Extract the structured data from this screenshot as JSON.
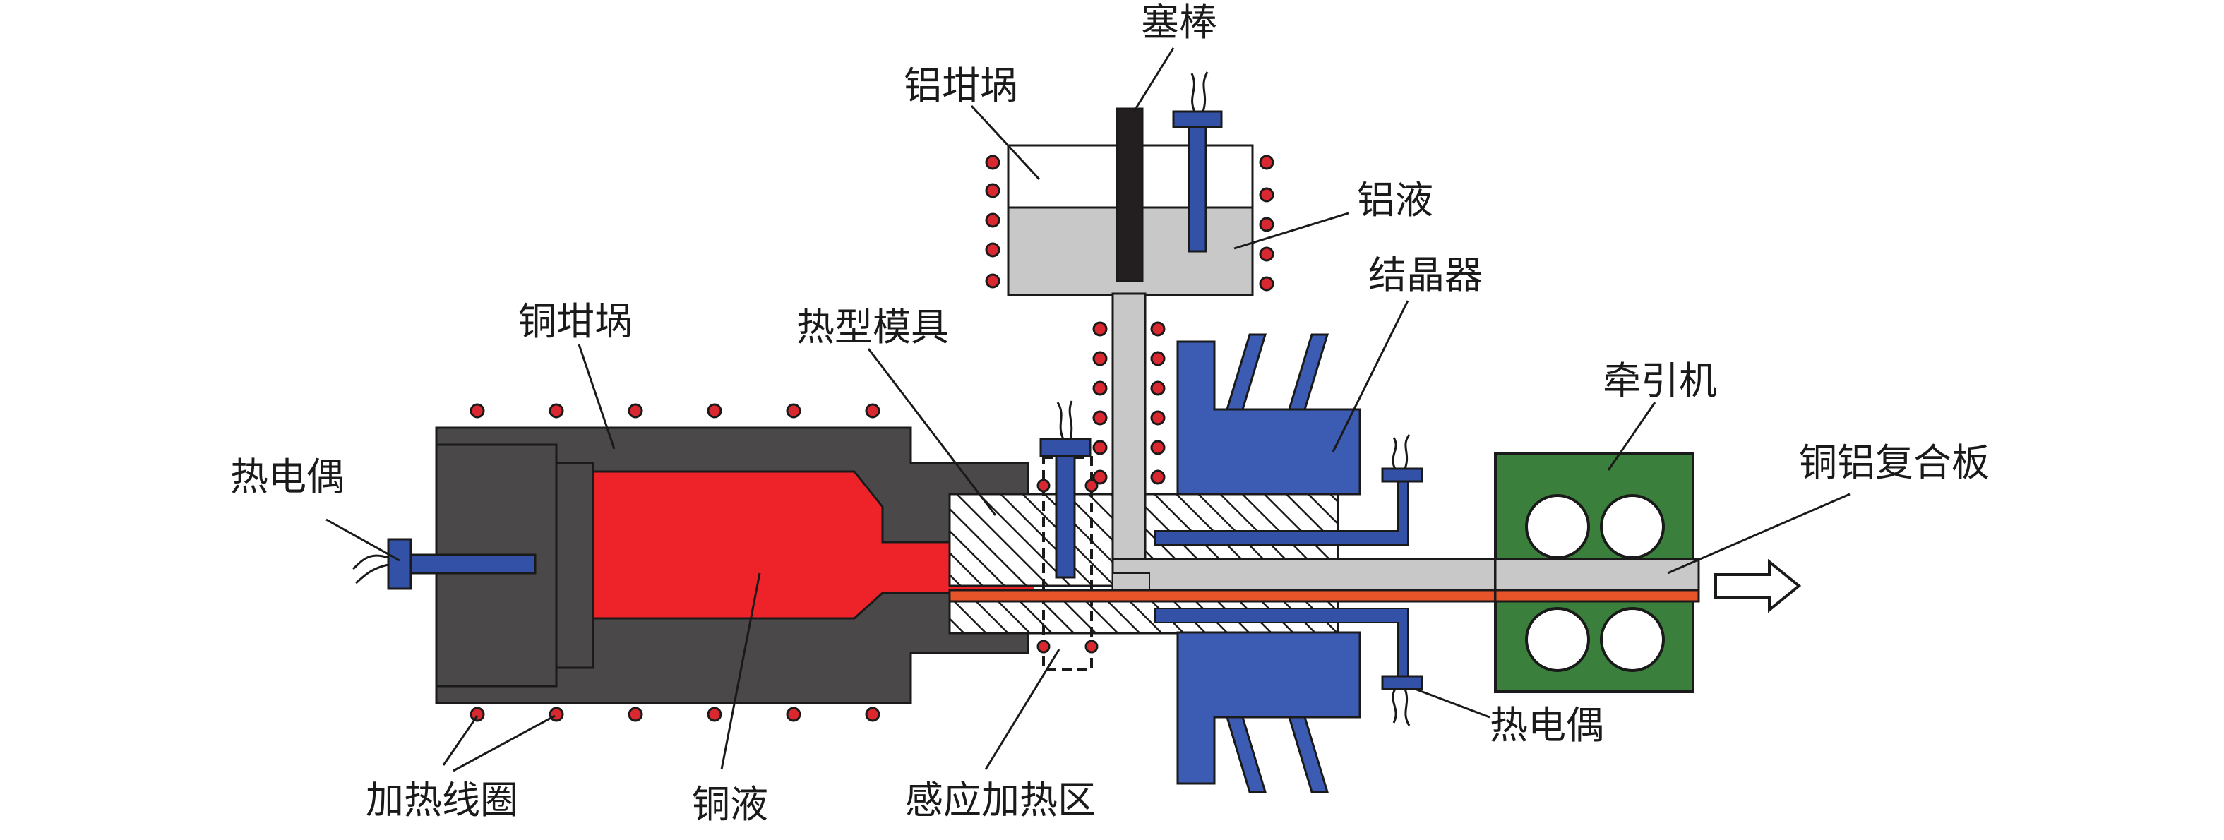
{
  "labels": {
    "stopper_rod": "塞棒",
    "al_crucible": "铝坩埚",
    "al_melt": "铝液",
    "crystallizer": "结晶器",
    "cu_crucible": "铜坩埚",
    "hot_mold": "热型模具",
    "puller": "牵引机",
    "thermocouple_left": "热电偶",
    "composite_plate": "铜铝复合板",
    "heating_coil": "加热线圈",
    "cu_melt": "铜液",
    "induction_zone": "感应加热区",
    "thermocouple_right": "热电偶"
  },
  "colors": {
    "furnace": "#4a4849",
    "copper_melt": "#ee2229",
    "aluminum_melt": "#c8c8c8",
    "crystallizer": "#3c5cb4",
    "puller": "#3a7f3c",
    "coil": "#d9282f",
    "copper_strip": "#e8542a",
    "thermocouple": "#3451a8"
  },
  "icons": [
    "arrow-right-icon",
    "wire-icon",
    "coil-dot-icon"
  ]
}
